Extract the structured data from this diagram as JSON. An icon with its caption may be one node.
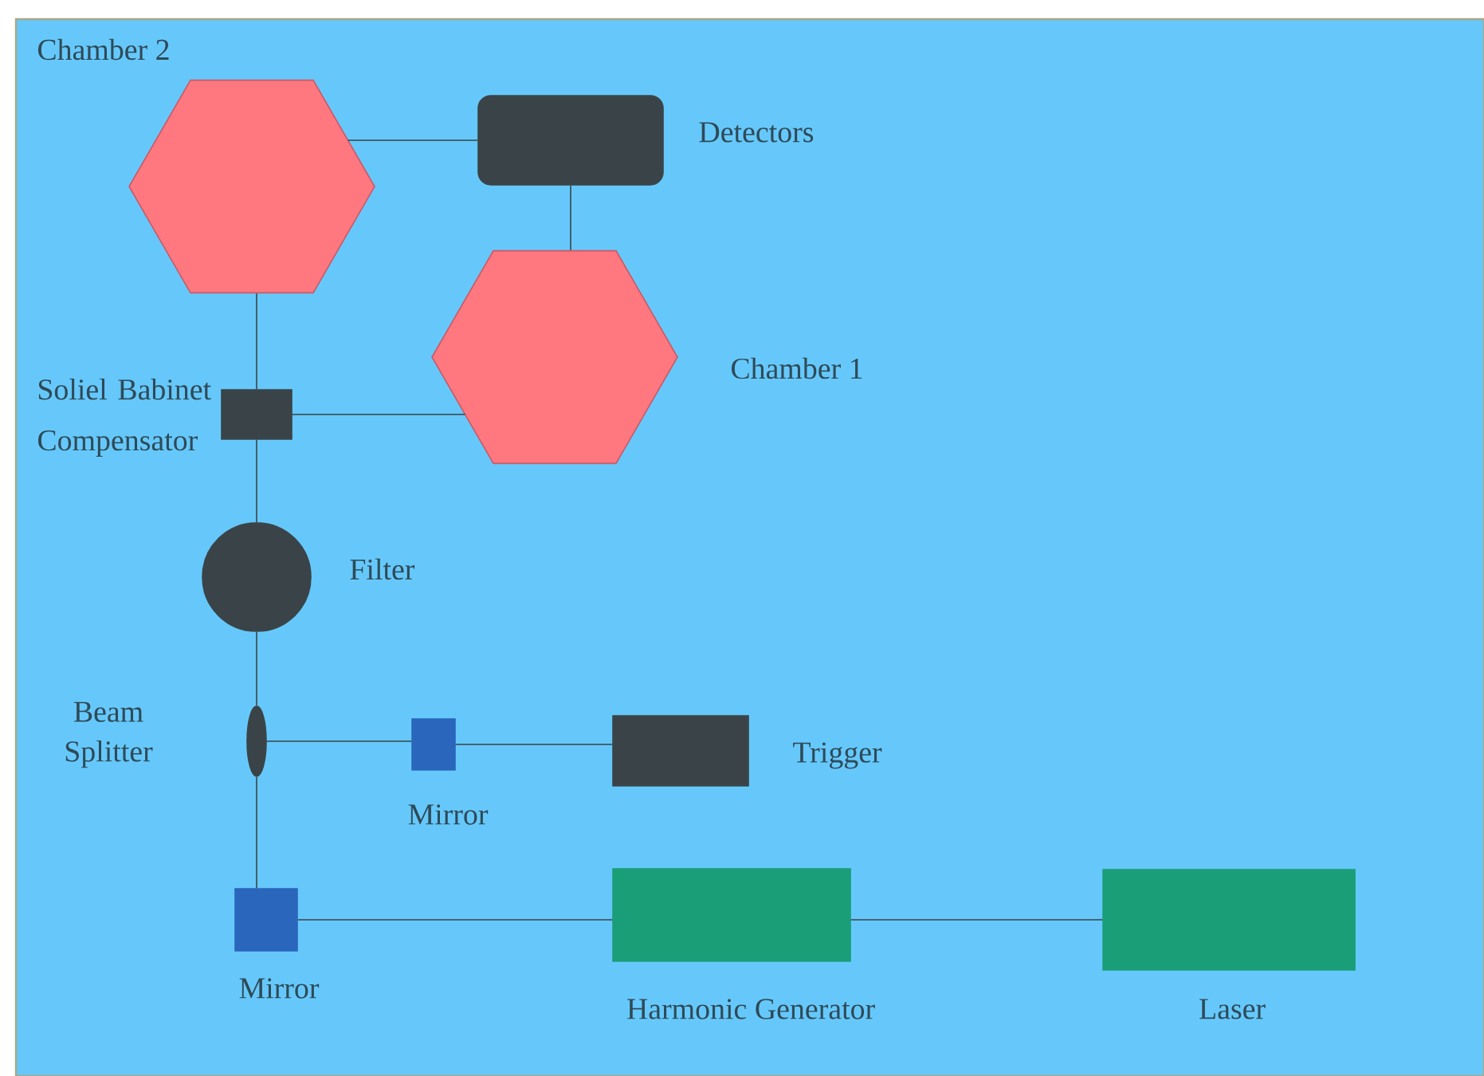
{
  "diagram": {
    "nodes": [
      {
        "text": [],
        "shape": "hexagon",
        "beside": [
          "Chamber 2"
        ]
      },
      {
        "text": [],
        "shape": "box",
        "beside": [
          "Detectors"
        ]
      },
      {
        "text": [],
        "shape": "hexagon",
        "beside": [
          "Chamber 1"
        ]
      },
      {
        "text": [],
        "shape": "box",
        "beside": [
          "Soliel Babinet Compensator"
        ]
      },
      {
        "text": [],
        "shape": "circle",
        "beside": [
          "Filter"
        ]
      },
      {
        "text": [],
        "shape": "ellipse",
        "beside": [
          "Beam Splitter"
        ]
      },
      {
        "text": [],
        "shape": "box",
        "beside": [
          "Mirror"
        ]
      },
      {
        "text": [],
        "shape": "box",
        "beside": [
          "Trigger"
        ]
      },
      {
        "text": [],
        "shape": "box",
        "beside": [
          "Mirror"
        ]
      },
      {
        "text": [],
        "shape": "box",
        "beside": [
          "Harmonic Generator"
        ]
      },
      {
        "text": [],
        "shape": "box",
        "beside": [
          "Laser"
        ]
      }
    ],
    "edges": [
      {
        "from": 0,
        "to": 1,
        "arrow": "none"
      },
      {
        "from": 1,
        "to": 2,
        "arrow": "none"
      },
      {
        "from": 0,
        "to": 3,
        "arrow": "none"
      },
      {
        "from": 3,
        "to": 2,
        "arrow": "none"
      },
      {
        "from": 3,
        "to": 4,
        "arrow": "none"
      },
      {
        "from": 4,
        "to": 5,
        "arrow": "none"
      },
      {
        "from": 5,
        "to": 6,
        "arrow": "none"
      },
      {
        "from": 6,
        "to": 7,
        "arrow": "none"
      },
      {
        "from": 5,
        "to": 8,
        "arrow": "none"
      },
      {
        "from": 8,
        "to": 9,
        "arrow": "none"
      },
      {
        "from": 9,
        "to": 10,
        "arrow": "none"
      }
    ]
  }
}
